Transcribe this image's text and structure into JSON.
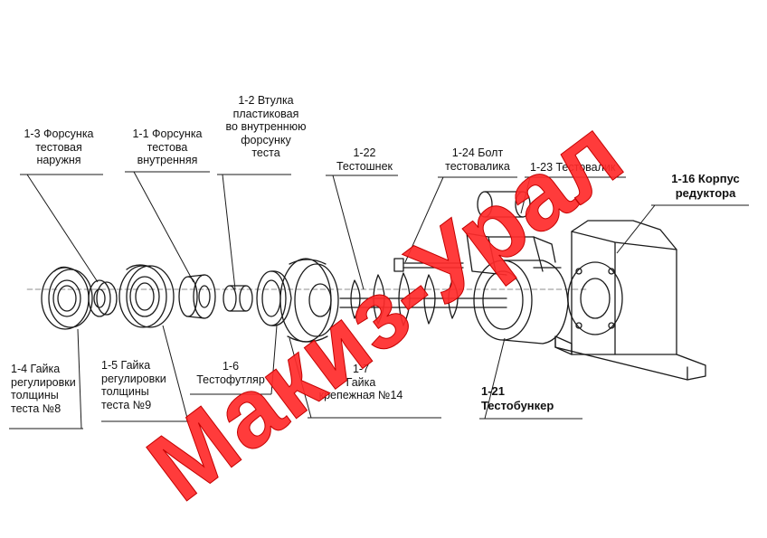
{
  "labels": {
    "l_1_3": "1-3 Форсунка\nтестовая\nнаружня",
    "l_1_1": "1-1 Форсунка\nтестова\nвнутренняя",
    "l_1_2": "1-2 Втулка\nпластиковая\nво внутреннюю\nфорсунку\nтеста",
    "l_1_22": "1-22\nТестошнек",
    "l_1_24": "1-24 Болт\nтестовалика",
    "l_1_23": "1-23 Тестовалик",
    "l_1_16": "1-16 Корпус\nредуктора",
    "l_1_4": "1-4 Гайка\nрегулировки\nтолщины\nтеста №8",
    "l_1_5": "1-5 Гайка\nрегулировки\nтолщины\nтеста №9",
    "l_1_6": "1-6\nТестофутляр",
    "l_1_7": "1-7\nГайка\nкрепежная №14",
    "l_1_21": "1-21\nТестобункер"
  },
  "watermark": {
    "text": "Макиз-Урал",
    "color": "#ff2a2a"
  },
  "colors": {
    "line": "#1a1a1a",
    "paper": "#ffffff"
  }
}
